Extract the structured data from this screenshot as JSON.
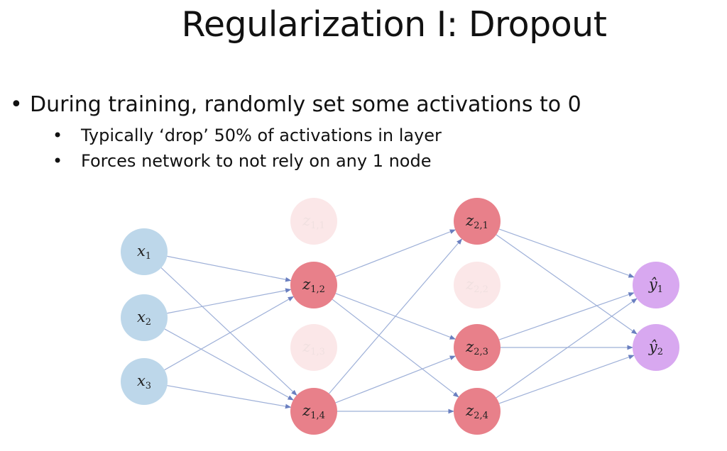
{
  "slide": {
    "title": "Regularization I: Dropout",
    "bullet_main": "During training, randomly set some activations to 0",
    "bullets_sub": [
      "Typically ‘drop’ 50% of activations in layer",
      "Forces network to not rely on any 1 node"
    ]
  },
  "colors": {
    "input_node": "#bdd7ea",
    "hidden_node": "#e8808a",
    "dropped_node": "#fbe7e8",
    "output_node": "#d8a8f0",
    "edge": "#9eb0d8"
  },
  "diagram": {
    "layers": [
      {
        "name": "input",
        "nodes": [
          {
            "id": "x1",
            "var": "x",
            "sub": "1",
            "dropped": false
          },
          {
            "id": "x2",
            "var": "x",
            "sub": "2",
            "dropped": false
          },
          {
            "id": "x3",
            "var": "x",
            "sub": "3",
            "dropped": false
          }
        ]
      },
      {
        "name": "hidden1",
        "nodes": [
          {
            "id": "z11",
            "var": "z",
            "sub": "1,1",
            "dropped": true
          },
          {
            "id": "z12",
            "var": "z",
            "sub": "1,2",
            "dropped": false
          },
          {
            "id": "z13",
            "var": "z",
            "sub": "1,3",
            "dropped": true
          },
          {
            "id": "z14",
            "var": "z",
            "sub": "1,4",
            "dropped": false
          }
        ]
      },
      {
        "name": "hidden2",
        "nodes": [
          {
            "id": "z21",
            "var": "z",
            "sub": "2,1",
            "dropped": false
          },
          {
            "id": "z22",
            "var": "z",
            "sub": "2,2",
            "dropped": true
          },
          {
            "id": "z23",
            "var": "z",
            "sub": "2,3",
            "dropped": false
          },
          {
            "id": "z24",
            "var": "z",
            "sub": "2,4",
            "dropped": false
          }
        ]
      },
      {
        "name": "output",
        "nodes": [
          {
            "id": "y1",
            "var": "ŷ",
            "sub": "1",
            "dropped": false
          },
          {
            "id": "y2",
            "var": "ŷ",
            "sub": "2",
            "dropped": false
          }
        ]
      }
    ],
    "edges": [
      [
        "x1",
        "z12"
      ],
      [
        "x1",
        "z14"
      ],
      [
        "x2",
        "z12"
      ],
      [
        "x2",
        "z14"
      ],
      [
        "x3",
        "z12"
      ],
      [
        "x3",
        "z14"
      ],
      [
        "z12",
        "z21"
      ],
      [
        "z12",
        "z23"
      ],
      [
        "z12",
        "z24"
      ],
      [
        "z14",
        "z21"
      ],
      [
        "z14",
        "z23"
      ],
      [
        "z14",
        "z24"
      ],
      [
        "z21",
        "y1"
      ],
      [
        "z21",
        "y2"
      ],
      [
        "z23",
        "y1"
      ],
      [
        "z23",
        "y2"
      ],
      [
        "z24",
        "y1"
      ],
      [
        "z24",
        "y2"
      ]
    ]
  }
}
